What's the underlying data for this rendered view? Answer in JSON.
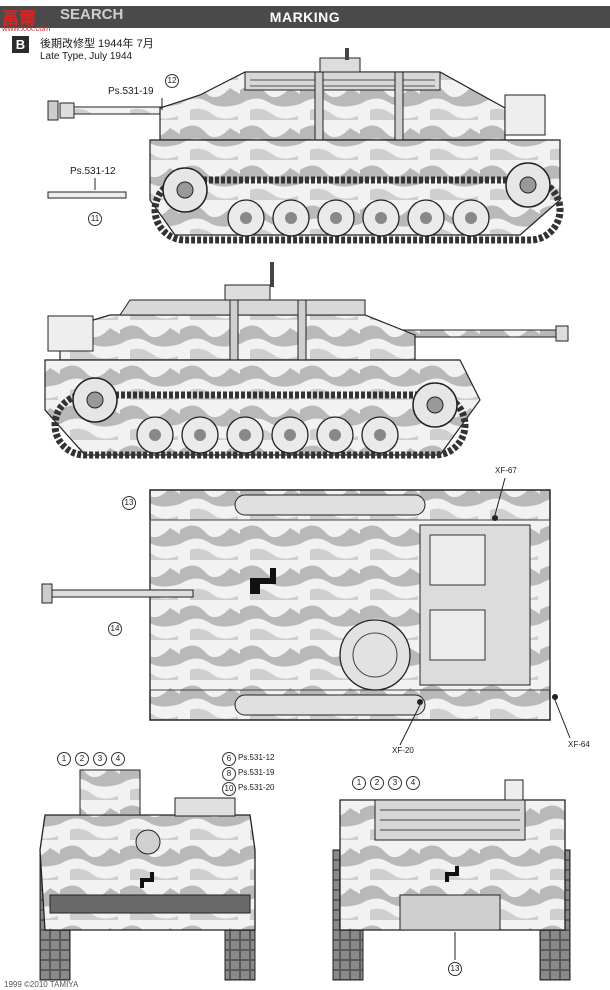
{
  "header": {
    "title": "MARKING",
    "logo_cn": "畐爾",
    "logo_en": "SEARCH",
    "logo_url": "www.xxx.com"
  },
  "section": {
    "badge": "B",
    "title_ja": "後期改修型 1944年 7月",
    "title_en": "Late Type, July 1944"
  },
  "side_view": {
    "ps_barrel": "Ps.531-19",
    "ps_barrel_num": "12",
    "ps_antenna": "Ps.531-12",
    "ps_antenna_num": "11"
  },
  "top_view": {
    "num_left": "13",
    "num_left2": "14",
    "paint_top": "XF-67",
    "paint_bottom": "XF-20",
    "paint_right": "XF-64"
  },
  "front_view": {
    "nums": [
      "1",
      "2",
      "3",
      "4"
    ],
    "refs": [
      {
        "num": "6",
        "label": "Ps.531-12"
      },
      {
        "num": "8",
        "label": "Ps.531-19"
      },
      {
        "num": "10",
        "label": "Ps.531-20"
      }
    ]
  },
  "rear_view": {
    "nums": [
      "1",
      "2",
      "3",
      "4"
    ],
    "num_bottom": "13"
  },
  "footer": "1999 ©2010 TAMIYA"
}
